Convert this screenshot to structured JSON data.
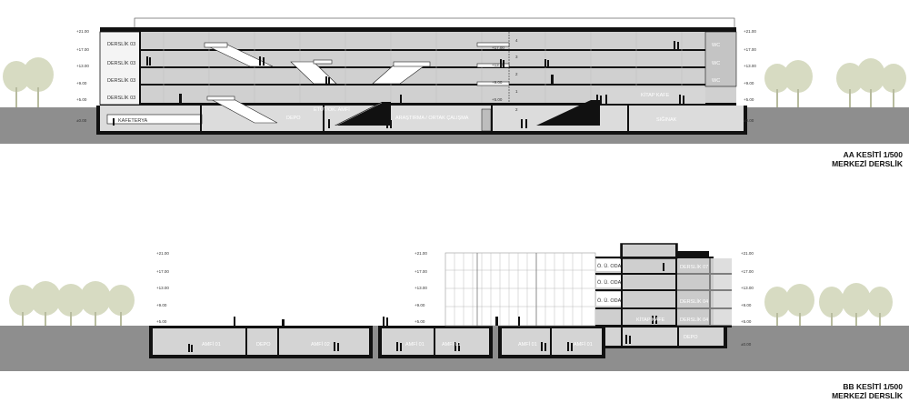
{
  "sections": [
    {
      "title": "AA KESİTİ 1/500",
      "subtitle": "MERKEZİ DERSLİK",
      "levels": [
        "+21.00",
        "+17.00",
        "+13.00",
        "+9.00",
        "+5.00",
        "±0.00"
      ],
      "rooms": [
        "DERSLİK 03",
        "DERSLİK 03",
        "DERSLİK 03",
        "DERSLİK 03",
        "KAFETERYA",
        "DEPO",
        "ETÜT/OK. AMFİ",
        "ARAŞTIRMA / ORTAK ÇALIŞMA",
        "KİTAP KAFE",
        "SIĞINAK",
        "WC",
        "WC",
        "WC"
      ],
      "floor_numbers": [
        "4",
        "3",
        "2",
        "1",
        "2"
      ],
      "inner_levels": [
        "+17.00",
        "+13.00",
        "+9.00",
        "+5.00"
      ]
    },
    {
      "title": "BB KESİTİ 1/500",
      "subtitle": "MERKEZİ DERSLİK",
      "levels": [
        "+21.00",
        "+17.00",
        "+13.00",
        "+9.00",
        "+5.00",
        "±0.00"
      ],
      "rooms": [
        "AMFİ 01",
        "DEPO",
        "AMFİ 02",
        "AMFİ 01",
        "AMFİ 01",
        "AMFİ 01",
        "AMFİ 01",
        "Ö. Ü. ODA",
        "Ö. Ü. ODA",
        "Ö. Ü. ODA",
        "KİTAP KAFE",
        "DEPO",
        "DERSLİK 07",
        "DERSLİK 04",
        "DERSLİK 04"
      ]
    }
  ]
}
